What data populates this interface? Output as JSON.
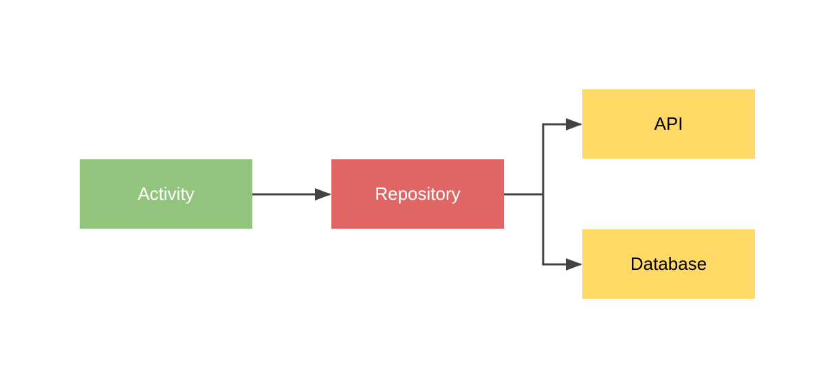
{
  "nodes": {
    "activity": {
      "label": "Activity",
      "fill": "#93c47d",
      "text_color": "#ffffff"
    },
    "repository": {
      "label": "Repository",
      "fill": "#e06666",
      "text_color": "#ffffff"
    },
    "api": {
      "label": "API",
      "fill": "#ffd966",
      "text_color": "#000000"
    },
    "database": {
      "label": "Database",
      "fill": "#ffd966",
      "text_color": "#000000"
    }
  },
  "edges": [
    {
      "from": "activity",
      "to": "repository"
    },
    {
      "from": "repository",
      "to": "api"
    },
    {
      "from": "repository",
      "to": "database"
    }
  ],
  "connector_color": "#434343"
}
